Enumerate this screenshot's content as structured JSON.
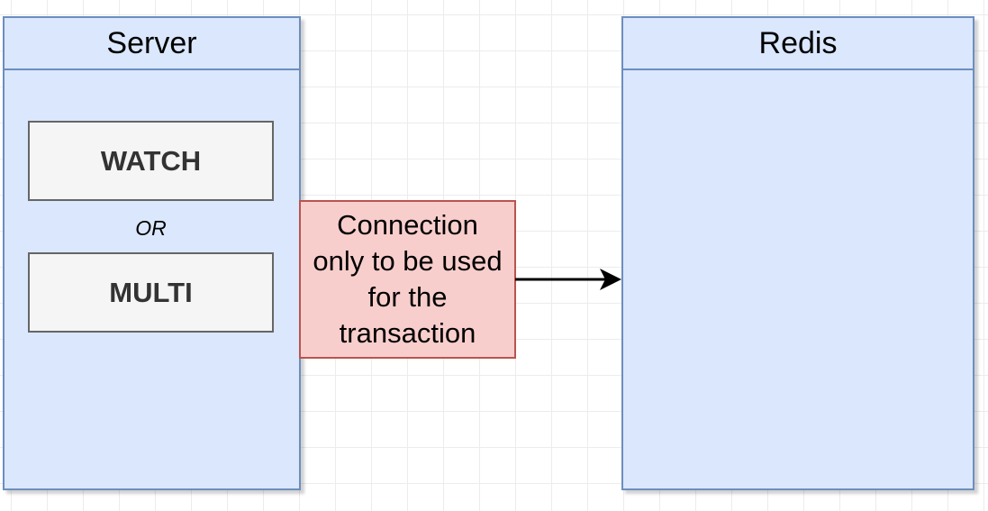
{
  "server": {
    "title": "Server",
    "commands": {
      "watch": "WATCH",
      "separator": "OR",
      "multi": "MULTI"
    }
  },
  "connection": {
    "label": "Connection only to be used for the transaction"
  },
  "redis": {
    "title": "Redis"
  },
  "colors": {
    "container_fill": "#dae7fc",
    "container_border": "#6c8ebf",
    "command_fill": "#f5f5f5",
    "command_border": "#666666",
    "connection_fill": "#f8cecc",
    "connection_border": "#b85450",
    "arrow": "#000000"
  }
}
